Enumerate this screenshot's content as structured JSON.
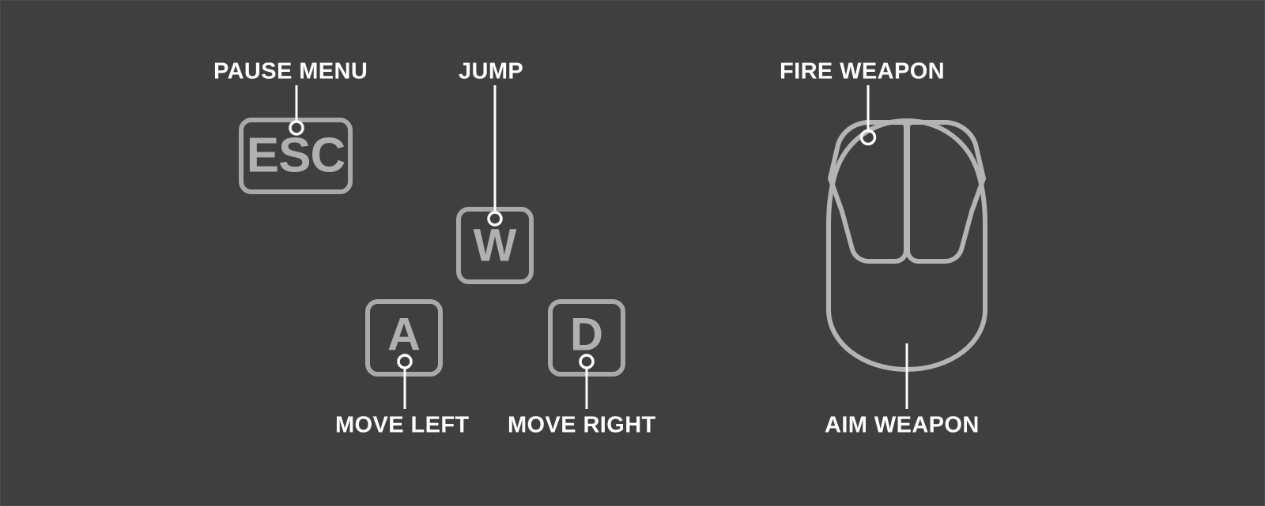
{
  "scene": {
    "title": "Game Controls Diagram",
    "background_color": "#3f3f3f",
    "label_color": "#ffffff",
    "outline_color": "#a9a9a9",
    "glyph_color": "#b0b0b0"
  },
  "keyboard": {
    "keys": [
      {
        "id": "esc",
        "glyph": "ESC",
        "action_label": "PAUSE MENU",
        "label_position": "above"
      },
      {
        "id": "w",
        "glyph": "W",
        "action_label": "JUMP",
        "label_position": "above"
      },
      {
        "id": "a",
        "glyph": "A",
        "action_label": "MOVE LEFT",
        "label_position": "below"
      },
      {
        "id": "d",
        "glyph": "D",
        "action_label": "MOVE RIGHT",
        "label_position": "below"
      }
    ]
  },
  "mouse": {
    "device_name": "mouse",
    "callouts": [
      {
        "id": "left-button",
        "action_label": "FIRE WEAPON",
        "label_position": "above",
        "marker": "circle"
      },
      {
        "id": "body",
        "action_label": "AIM WEAPON",
        "label_position": "below",
        "marker": "line"
      }
    ]
  }
}
